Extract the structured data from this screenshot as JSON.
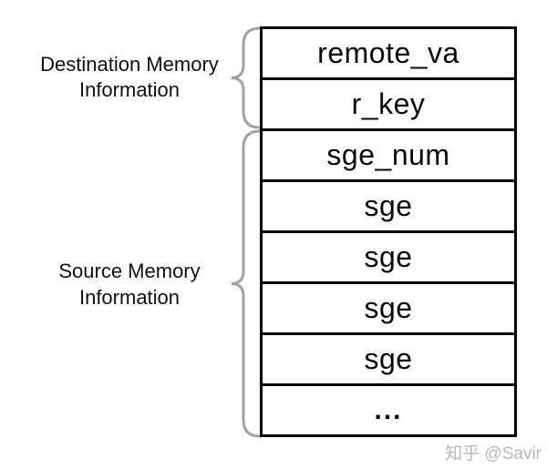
{
  "diagram": {
    "labels": {
      "destination": {
        "line1": "Destination Memory",
        "line2": "Information"
      },
      "source": {
        "line1": "Source Memory",
        "line2": "Information"
      }
    },
    "table": {
      "rows": [
        "remote_va",
        "r_key",
        "sge_num",
        "sge",
        "sge",
        "sge",
        "sge",
        "..."
      ]
    },
    "icons": {
      "destination_brace": "curly-brace-left",
      "source_brace": "curly-brace-left"
    },
    "colors": {
      "brace": "#a3a3a3",
      "border": "#000000",
      "text": "#0a0a0a",
      "watermark": "#b9b9b9",
      "background": "#ffffff"
    },
    "watermark": "知乎 @Savir"
  }
}
